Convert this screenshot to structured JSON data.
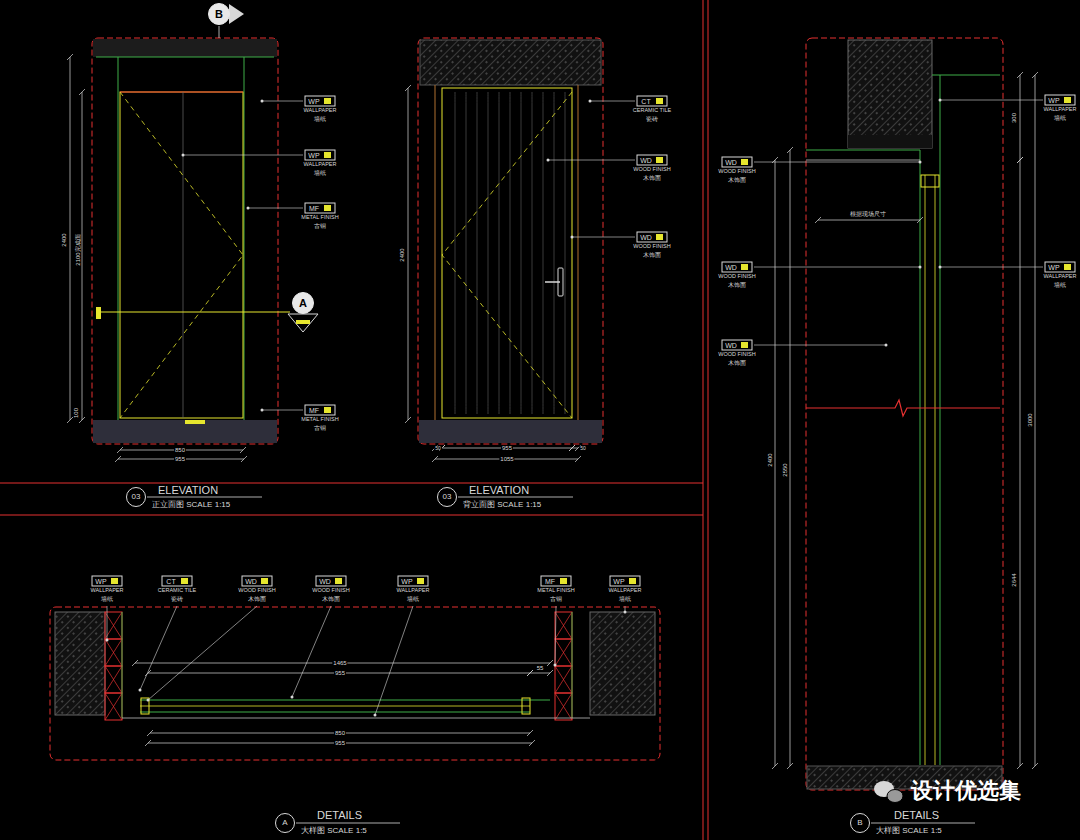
{
  "diagram": {
    "nodes": [
      {
        "text": [
          "B"
        ]
      },
      {
        "text": [
          "A"
        ]
      },
      {
        "text": [
          "03"
        ]
      },
      {
        "text": [
          "03"
        ]
      },
      {
        "text": [
          "A"
        ]
      },
      {
        "text": [
          "B"
        ]
      }
    ],
    "labels": [
      "WP",
      "WALLPAPER",
      "墙纸",
      "WP",
      "WALLPAPER",
      "墙纸",
      "MF",
      "METAL FINISH",
      "古铜",
      "MF",
      "METAL FINISH",
      "古铜",
      "CT",
      "CERAMIC TILE",
      "瓷砖",
      "WD",
      "WOOD FINISH",
      "木饰面",
      "WD",
      "WOOD FINISH",
      "木饰面",
      "WD",
      "WOOD FINISH",
      "木饰面",
      "WD",
      "WOOD FINISH",
      "木饰面",
      "WD",
      "WOOD FINISH",
      "木饰面",
      "WP",
      "WALLPAPER",
      "墙纸",
      "WP",
      "WALLPAPER",
      "墙纸",
      "WP",
      "WALLPAPER",
      "墙纸",
      "CT",
      "CERAMIC TILE",
      "瓷砖",
      "WD",
      "WOOD FINISH",
      "木饰面",
      "WD",
      "WOOD FINISH",
      "木饰面",
      "WP",
      "WALLPAPER",
      "墙纸",
      "MF",
      "METAL FINISH",
      "古铜",
      "WP",
      "WALLPAPER",
      "墙纸",
      "2400",
      "2100完成面",
      "100",
      "850",
      "955",
      "2400",
      "50",
      "955",
      "50",
      "1055",
      "根据现场尺寸",
      "2400",
      "2550",
      "300",
      "3000",
      "2644",
      "1465",
      "955",
      "55",
      "850",
      "955",
      "ELEVATION",
      "正立面图 SCALE 1:15",
      "ELEVATION",
      "背立面图 SCALE 1:15",
      "DETAILS",
      "大样图 SCALE 1:5",
      "DETAILS",
      "大样图 SCALE 1:5",
      "设计优选集"
    ]
  }
}
